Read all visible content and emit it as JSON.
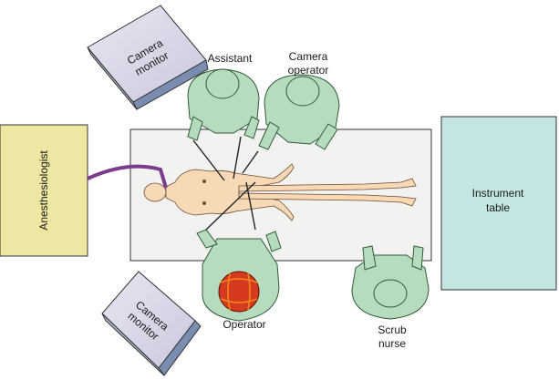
{
  "labels": {
    "camera_monitor_top": [
      "Camera",
      "monitor"
    ],
    "camera_monitor_bottom": [
      "Camera",
      "monitor"
    ],
    "assistant": "Assistant",
    "camera_operator": [
      "Camera",
      "operator"
    ],
    "anesthesiologist": "Anesthesiologist",
    "instrument_table": [
      "Instrument",
      "table"
    ],
    "operator": "Operator",
    "scrub_nurse": [
      "Scrub",
      "nurse"
    ]
  },
  "colors": {
    "anesthesiologist_box": "#ede7a3",
    "instrument_table": "#c3e6e2",
    "operating_table": "#f2f2f0",
    "staff_gown": "#b7dcbd",
    "patient_skin": "#f8d9b6",
    "tube": "#7b3c8c",
    "monitor_face": "#dcdcec",
    "operator_cap": "#d63a1e"
  }
}
